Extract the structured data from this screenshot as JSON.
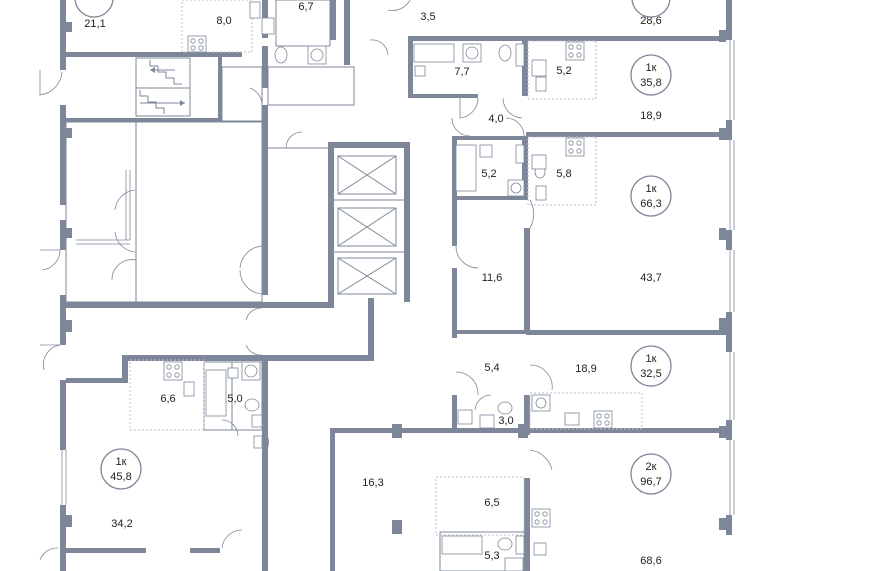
{
  "room_areas": {
    "r1": "21,1",
    "r2": "8,0",
    "r3": "6,7",
    "r4": "3,5",
    "r5": "28,6",
    "r6": "7,7",
    "r7": "5,2",
    "r8": "4,0",
    "r9": "18,9",
    "r10": "5,2",
    "r11": "5,8",
    "r12": "11,6",
    "r13": "43,7",
    "r14": "5,4",
    "r15": "18,9",
    "r16": "3,0",
    "r17": "6,6",
    "r18": "5,0",
    "r19": "34,2",
    "r20": "16,3",
    "r21": "6,5",
    "r22": "5,3",
    "r23": "68,6"
  },
  "apartments": [
    {
      "type": "1к",
      "area": "35,8"
    },
    {
      "type": "1к",
      "area": "66,3"
    },
    {
      "type": "1к",
      "area": "32,5"
    },
    {
      "type": "2к",
      "area": "96,7"
    },
    {
      "type": "1к",
      "area": "45,8"
    }
  ],
  "colors": {
    "wall": "#7d8799",
    "text": "#222222",
    "background": "#ffffff"
  }
}
